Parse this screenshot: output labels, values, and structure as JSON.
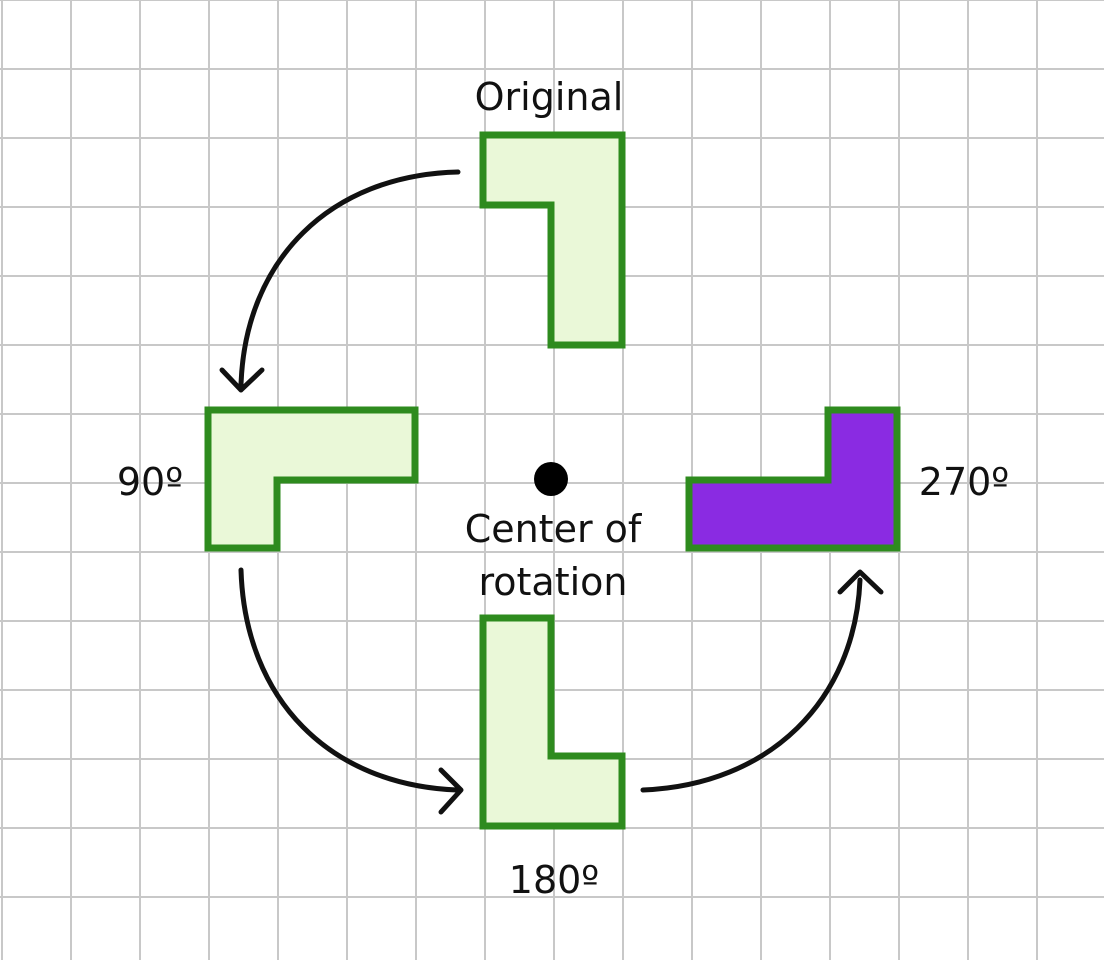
{
  "labels": {
    "original": "Original",
    "deg90": "90º",
    "deg180": "180º",
    "deg270": "270º",
    "center_line1": "Center of",
    "center_line2": "rotation"
  },
  "colors": {
    "grid_line": "#c8c8c8",
    "shape_stroke": "#2e8b1e",
    "shape_fill": "#eaf8d8",
    "highlight_fill": "#8a2be2",
    "arrow": "#111111",
    "center_dot": "#000000"
  }
}
